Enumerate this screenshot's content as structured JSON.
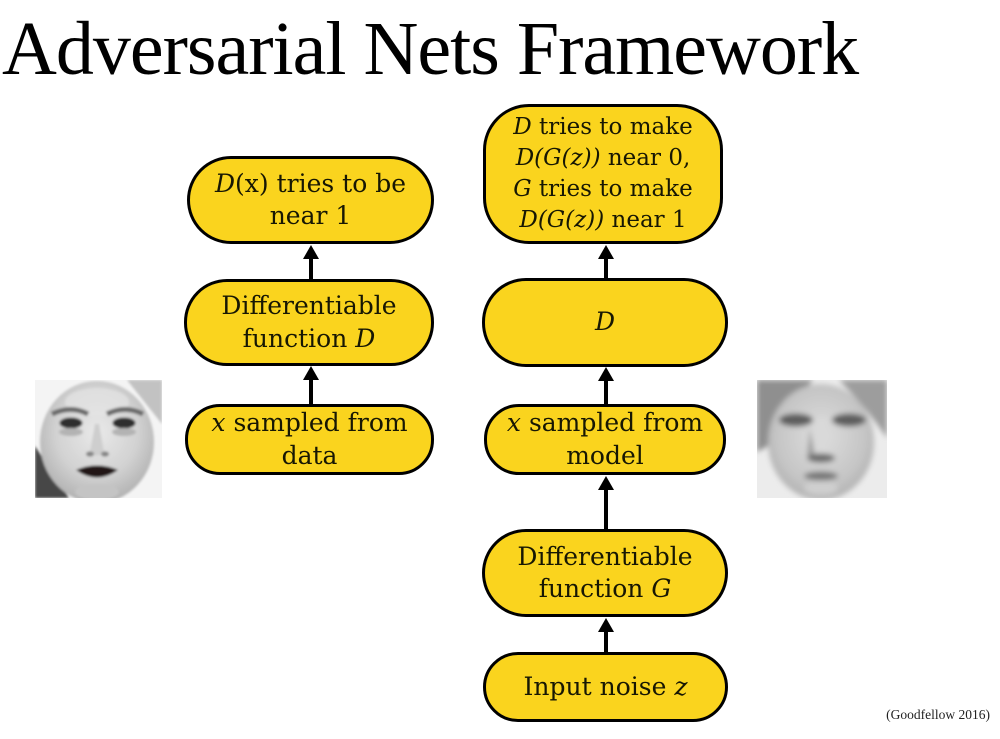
{
  "slide": {
    "title": "Adversarial Nets Framework",
    "attribution": "(Goodfellow 2016)"
  },
  "colors": {
    "background": "#ffffff",
    "box_fill": "#fad41e",
    "box_border": "#000000",
    "arrow": "#000000",
    "title_text": "#000000"
  },
  "boxes": {
    "dx_near1": {
      "l1a": "D",
      "l1b": "(x) tries to be",
      "l2": "near 1"
    },
    "func_d": {
      "l1": "Differentiable",
      "l2a": "function ",
      "l2b": "D"
    },
    "x_data": {
      "l1a": "x",
      "l1b": " sampled from",
      "l2": "data"
    },
    "d_tries": {
      "l1a": "D",
      "l1b": " tries to make",
      "l2a": "D(G(z))",
      "l2b": " near 0,",
      "l3a": "G",
      "l3b": " tries to make",
      "l4a": "D(G(z))",
      "l4b": " near 1"
    },
    "d_node": {
      "l1": "D"
    },
    "x_model": {
      "l1a": "x",
      "l1b": " sampled from",
      "l2": "model"
    },
    "func_g": {
      "l1": "Differentiable",
      "l2a": "function ",
      "l2b": "G"
    },
    "input_noise": {
      "l1a": "Input noise ",
      "l1b": "z"
    }
  },
  "images": {
    "left_face_alt": "grayscale photo of real face sampled from data",
    "right_face_alt": "blurry grayscale face sampled from model"
  }
}
